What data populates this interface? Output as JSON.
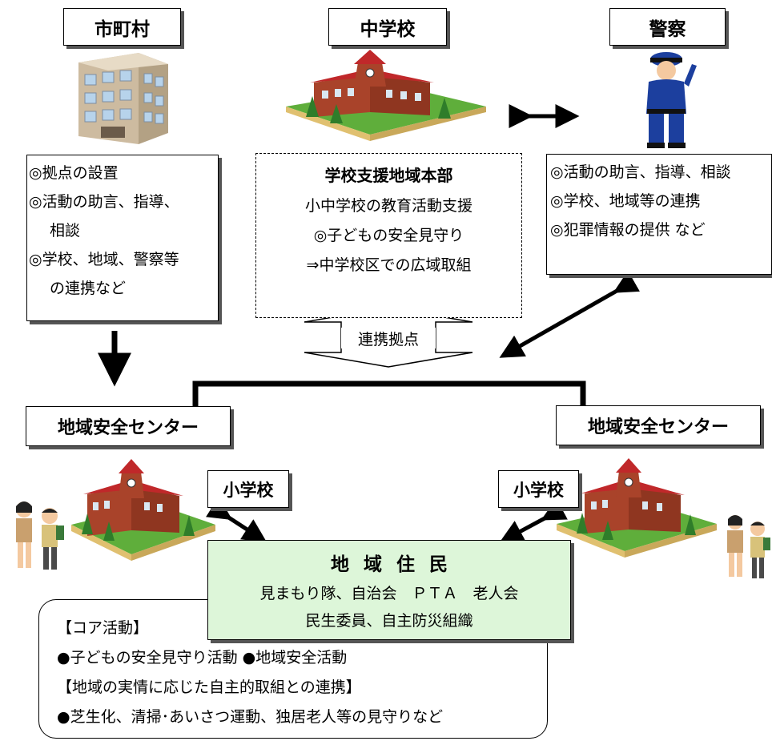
{
  "city": {
    "title": "市町村",
    "lines": [
      "◎拠点の設置",
      "◎活動の助言、指導、",
      "相談",
      "◎学校、地域、警察等",
      "の連携など"
    ]
  },
  "junior_high": {
    "title": "中学校",
    "hq_title": "学校支援地域本部",
    "lines": [
      "小中学校の教育活動支援",
      "◎子どもの安全見守り",
      "⇒中学校区での広域取組"
    ]
  },
  "police": {
    "title": "警察",
    "lines": [
      "◎活動の助言、指導、相談",
      "◎学校、地域等の連携",
      "◎犯罪情報の提供 など"
    ]
  },
  "link_label": "連携拠点",
  "safety_center_left": "地域安全センター",
  "safety_center_right": "地域安全センター",
  "elementary_left": "小学校",
  "elementary_right": "小学校",
  "residents": {
    "title": "地域住民",
    "line1": "見まもり隊、自治会　ＰＴＡ　老人会",
    "line2": "民生委員、自主防災組織"
  },
  "core": {
    "lines": [
      "【コア活動】",
      "●子どもの安全見守り活動 ●地域安全活動",
      "【地域の実情に応じた自主的取組との連携】",
      "●芝生化、清掃･あいさつ運動、独居老人等の見守りなど"
    ]
  },
  "colors": {
    "residents_bg": "#ddf6d9",
    "building_wall": "#a9432a",
    "roof": "#c0282a",
    "grass": "#5fae3b",
    "police_uniform": "#1c3f9e"
  },
  "icons": [
    "office-building-icon",
    "school-building-icon",
    "police-officer-icon",
    "children-icon"
  ]
}
